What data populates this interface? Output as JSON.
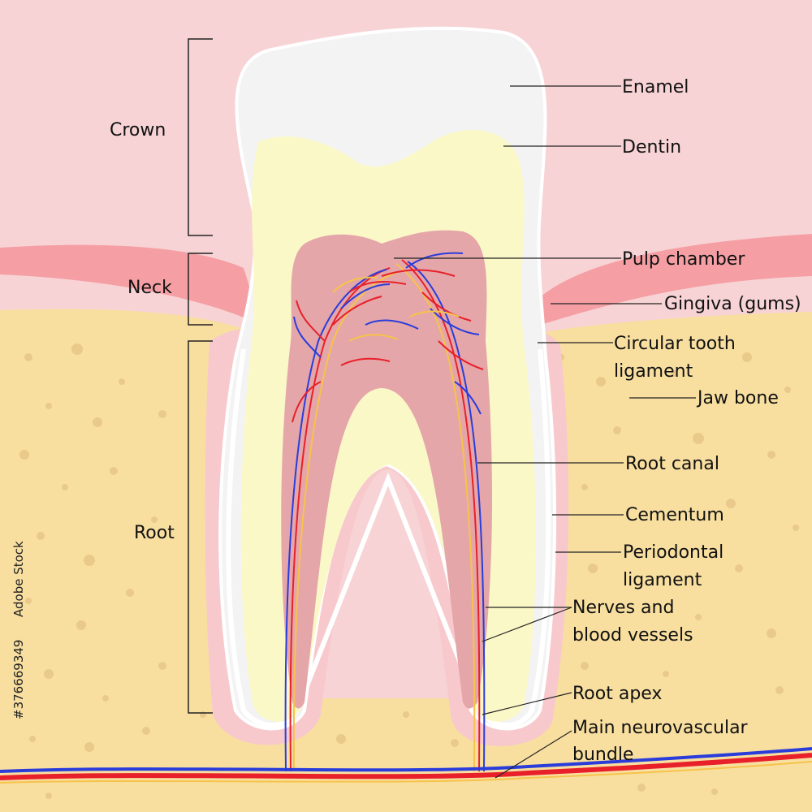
{
  "colors": {
    "gum_pink": "#f7d3d5",
    "gingiva_red": "#f59fa4",
    "bone": "#f8dfa0",
    "bone_spot": "#e9ca8a",
    "enamel": "#f3f3f3",
    "dentin": "#fbf8c8",
    "pulp": "#e5a6a9",
    "periodontal": "#f8c9cc",
    "artery": "#e8202a",
    "vein": "#2a3ddb",
    "nerve": "#f6c34a",
    "line": "#222222"
  },
  "sections": {
    "crown": "Crown",
    "neck": "Neck",
    "root": "Root"
  },
  "labels": {
    "enamel": "Enamel",
    "dentin": "Dentin",
    "pulp_chamber": "Pulp chamber",
    "gingiva": "Gingiva (gums)",
    "circular_ligament_1": "Circular tooth",
    "circular_ligament_2": "ligament",
    "jaw_bone": "Jaw bone",
    "root_canal": "Root canal",
    "cementum": "Cementum",
    "periodontal_1": "Periodontal",
    "periodontal_2": "ligament",
    "nerves_1": "Nerves and",
    "nerves_2": "blood vessels",
    "root_apex": "Root apex",
    "bundle_1": "Main neurovascular",
    "bundle_2": "bundle"
  },
  "watermark": {
    "image_id": "#376669349",
    "stock": "Adobe Stock"
  }
}
